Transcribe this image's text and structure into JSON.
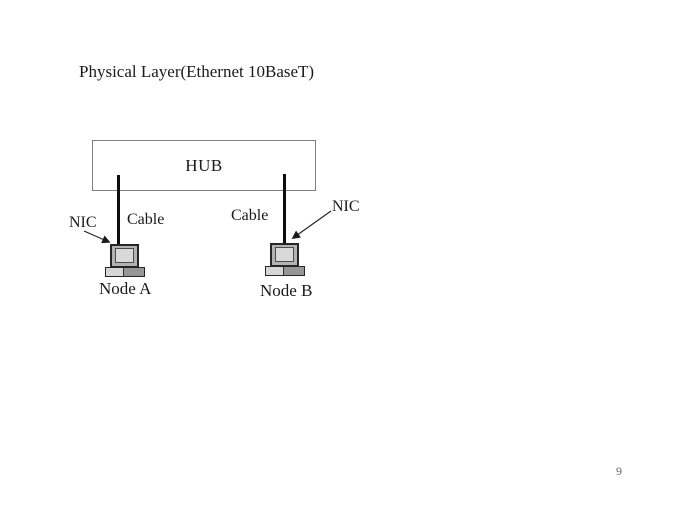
{
  "slide": {
    "title": "Physical Layer(Ethernet 10BaseT)",
    "page_number": "9"
  },
  "diagram": {
    "hub": {
      "label": "HUB"
    },
    "node_a": {
      "label": "Node A",
      "nic_label": "NIC",
      "cable_label": "Cable"
    },
    "node_b": {
      "label": "Node B",
      "nic_label": "NIC",
      "cable_label": "Cable"
    },
    "icons": {
      "computer": "desktop-computer-icon",
      "nic_pointer": "arrow-pointer-icon"
    },
    "colors": {
      "background": "#ffffff",
      "hub_border": "#7f7f7f",
      "cable": "#0d0d0d",
      "text": "#1a1a1a",
      "monitor_bezel": "#b3b3b3",
      "monitor_screen": "#d9d9d9",
      "base_left": "#d6d6d6",
      "base_right": "#969696",
      "page_number": "#666666"
    }
  }
}
